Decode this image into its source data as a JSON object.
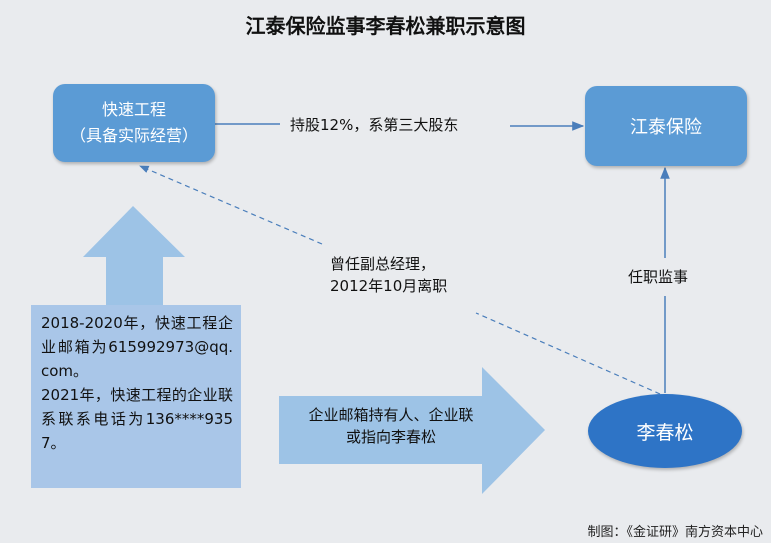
{
  "title": "江泰保险监事李春松兼职示意图",
  "nodes": {
    "kuaisu_line1": "快速工程",
    "kuaisu_line2": "（具备实际经营）",
    "jiangtai": "江泰保险",
    "person": "李春松"
  },
  "edges": {
    "shareholding": "持股12%，系第三大股东",
    "former_line1": "曾任副总经理，",
    "former_line2": "2012年10月离职",
    "supervisor": "任职监事"
  },
  "evidence": {
    "line1": "2018-2020年，快速工程企业邮箱为615992973@qq.com。",
    "line2": "2021年，快速工程的企业联系联系电话为136****9357。"
  },
  "arrow_text": {
    "line1": "企业邮箱持有人、企业联",
    "line2": "或指向李春松"
  },
  "source": "制图：《金证研》南方资本中心",
  "colors": {
    "box": "#5b9bd5",
    "ellipse": "#2e74c6",
    "arrow_fill": "#9dc3e6",
    "line": "#4a7ebb"
  }
}
